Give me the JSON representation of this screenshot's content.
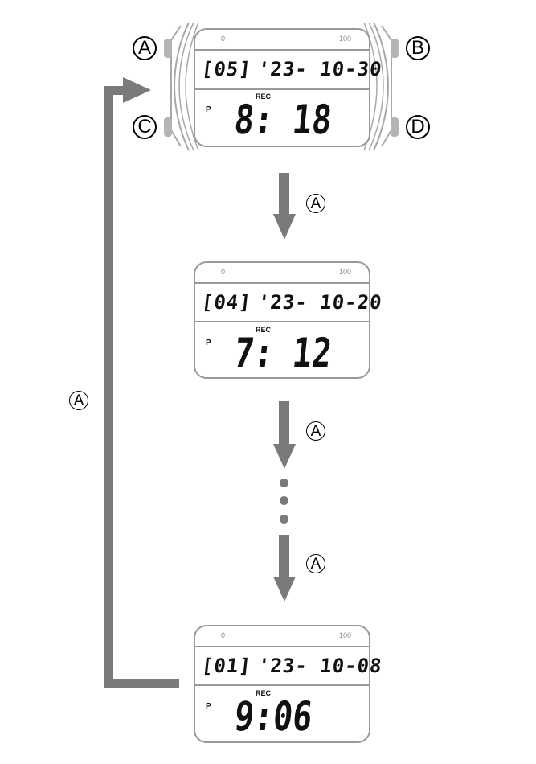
{
  "buttons": {
    "A": "A",
    "B": "B",
    "C": "C",
    "D": "D"
  },
  "transition_label": "A",
  "loop_label": "A",
  "colors": {
    "arrow": "#7a7a7a",
    "frame": "#9a9a9a",
    "text": "#111111"
  },
  "displays": [
    {
      "scale_min": "0",
      "scale_max": "100",
      "record": "[05]",
      "date": "'23- 10-30",
      "rec_label": "REC",
      "ampm": "P",
      "time": "8: 18"
    },
    {
      "scale_min": "0",
      "scale_max": "100",
      "record": "[04]",
      "date": "'23- 10-20",
      "rec_label": "REC",
      "ampm": "P",
      "time": "7: 12"
    },
    {
      "scale_min": "0",
      "scale_max": "100",
      "record": "[01]",
      "date": "'23- 10-08",
      "rec_label": "REC",
      "ampm": "P",
      "time": "9:06"
    }
  ],
  "ellipsis": "• • •"
}
